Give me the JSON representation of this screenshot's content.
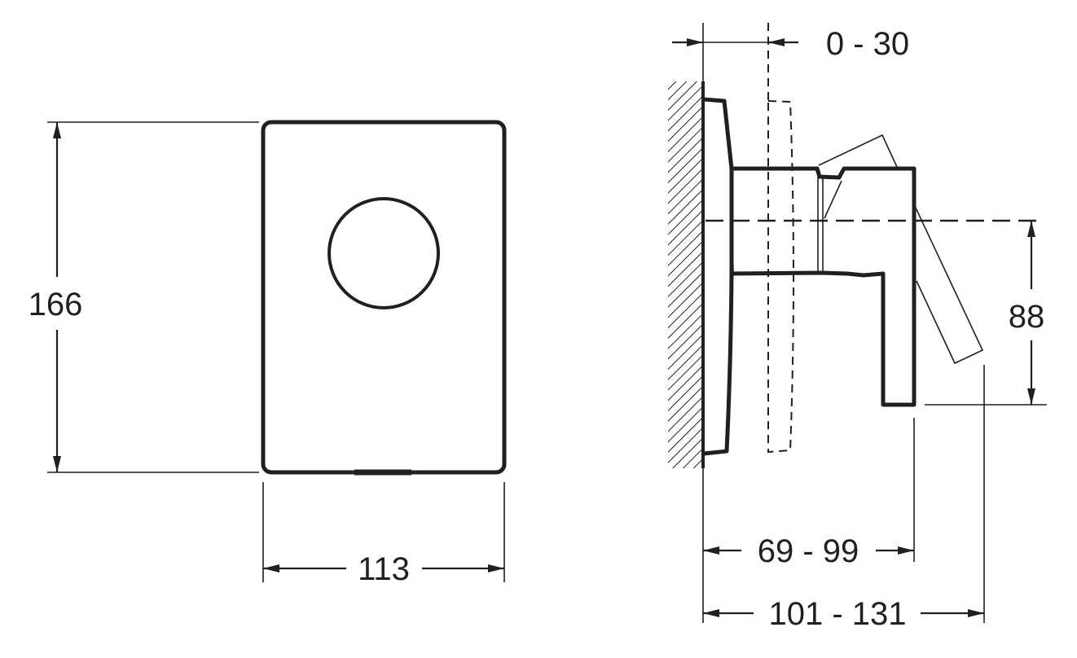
{
  "drawing": {
    "front_view": {
      "height_label": "166",
      "width_label": "113"
    },
    "side_view": {
      "offset_label": "0 - 30",
      "centerline_height_label": "88",
      "body_depth_label": "69 - 99",
      "total_depth_label": "101 - 131"
    },
    "line_color": "#231f20"
  }
}
